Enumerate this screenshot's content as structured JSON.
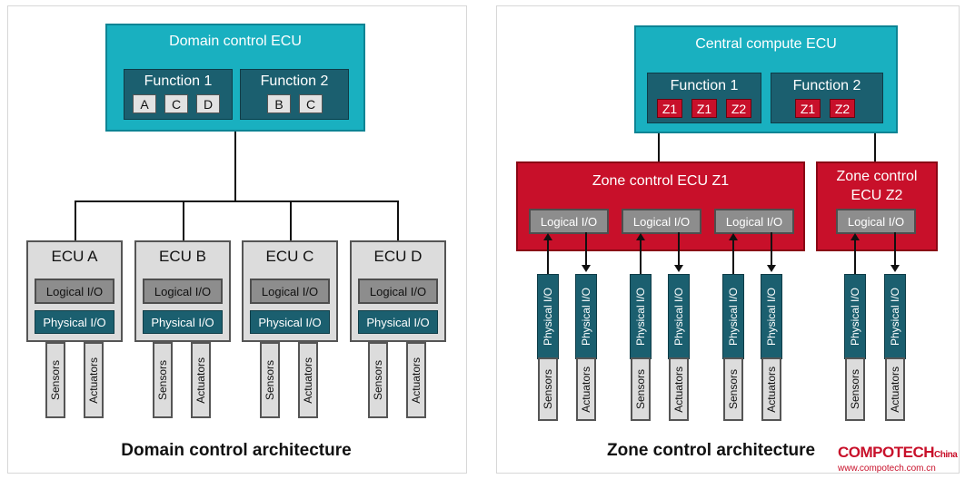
{
  "domain": {
    "top_title": "Domain control ECU",
    "functions": [
      {
        "label": "Function 1",
        "chips": [
          "A",
          "C",
          "D"
        ]
      },
      {
        "label": "Function 2",
        "chips": [
          "B",
          "C"
        ]
      }
    ],
    "ecus": [
      {
        "title": "ECU A",
        "logical": "Logical I/O",
        "physical": "Physical I/O",
        "sensors": "Sensors",
        "actuators": "Actuators"
      },
      {
        "title": "ECU B",
        "logical": "Logical I/O",
        "physical": "Physical I/O",
        "sensors": "Sensors",
        "actuators": "Actuators"
      },
      {
        "title": "ECU C",
        "logical": "Logical I/O",
        "physical": "Physical I/O",
        "sensors": "Sensors",
        "actuators": "Actuators"
      },
      {
        "title": "ECU D",
        "logical": "Logical I/O",
        "physical": "Physical I/O",
        "sensors": "Sensors",
        "actuators": "Actuators"
      }
    ],
    "caption": "Domain control architecture"
  },
  "zone": {
    "top_title": "Central compute ECU",
    "functions": [
      {
        "label": "Function 1",
        "chips": [
          "Z1",
          "Z1",
          "Z2"
        ]
      },
      {
        "label": "Function 2",
        "chips": [
          "Z1",
          "Z2"
        ]
      }
    ],
    "zone1_title": "Zone control ECU Z1",
    "zone2_title_line1": "Zone control",
    "zone2_title_line2": "ECU Z2",
    "logical_label": "Logical I/O",
    "physical_label": "Physical I/O",
    "sensors_label": "Sensors",
    "actuators_label": "Actuators",
    "caption": "Zone control architecture"
  },
  "watermark": {
    "brand": "COMPOTECH",
    "suffix": "China",
    "url": "www.compotech.com.cn"
  },
  "colors": {
    "teal": "#19b0c0",
    "dark_teal": "#1b5f6f",
    "red": "#c8102a",
    "grey": "#8d8d8d",
    "light_grey": "#dcdcdc"
  }
}
